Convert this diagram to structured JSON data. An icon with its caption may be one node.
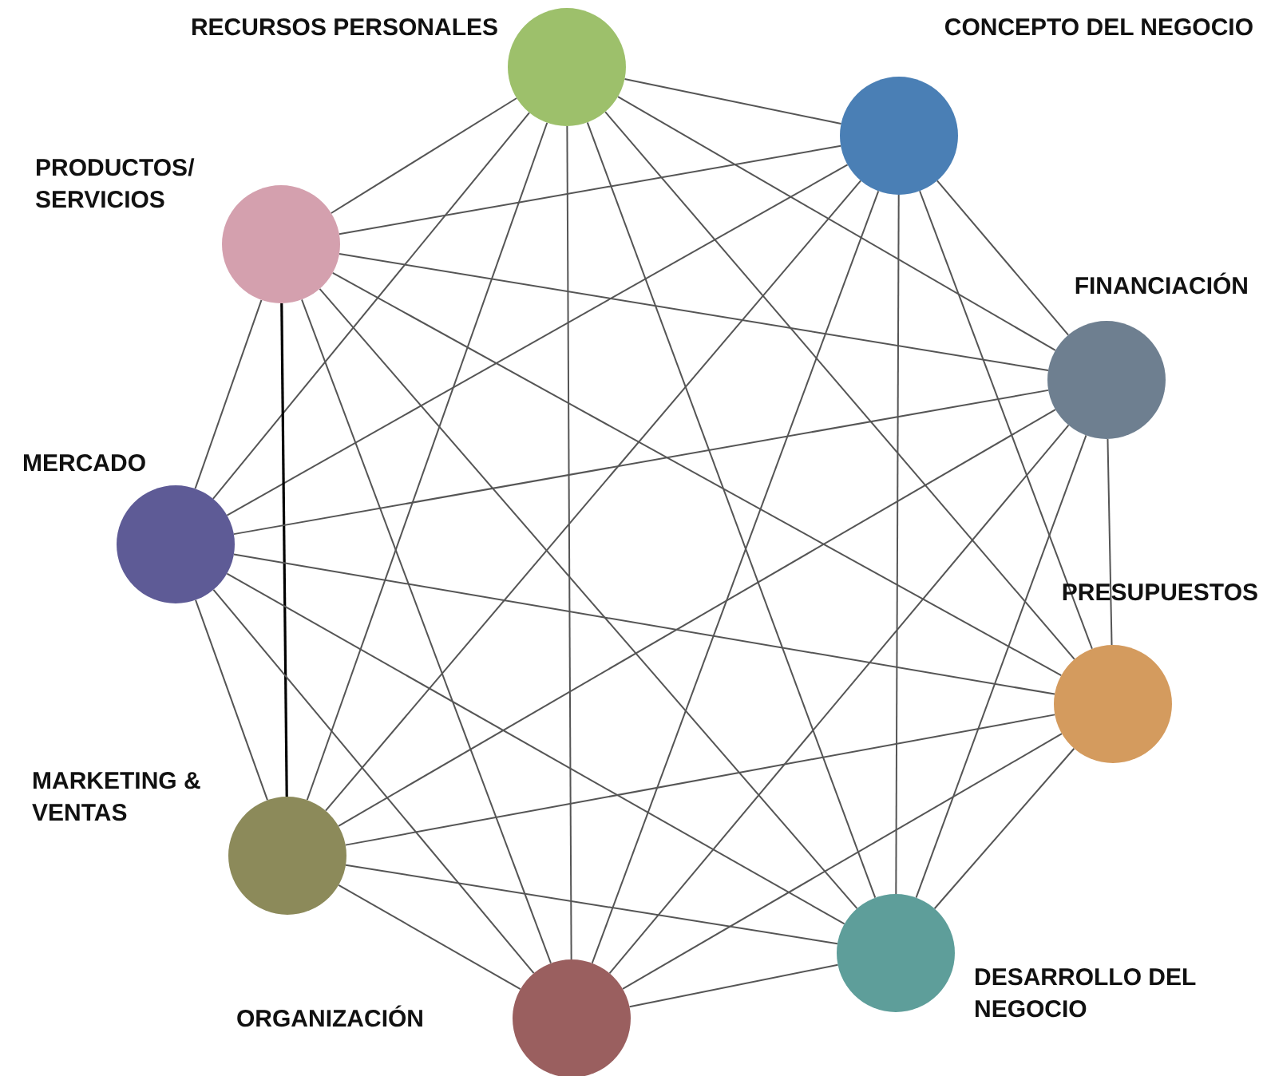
{
  "diagram": {
    "nodes": [
      {
        "text": [],
        "shape": "circle",
        "beside": [
          "RECURSOS PERSONALES"
        ]
      },
      {
        "text": [],
        "shape": "circle",
        "beside": [
          "CONCEPTO DEL NEGOCIO"
        ]
      },
      {
        "text": [],
        "shape": "circle",
        "beside": [
          "PRODUCTOS/ SERVICIOS"
        ]
      },
      {
        "text": [],
        "shape": "circle",
        "beside": [
          "FINANCIACIÓN"
        ]
      },
      {
        "text": [],
        "shape": "circle",
        "beside": [
          "MERCADO"
        ]
      },
      {
        "text": [],
        "shape": "circle",
        "beside": [
          "PRESUPUESTOS"
        ]
      },
      {
        "text": [],
        "shape": "circle",
        "beside": [
          "MARKETING & VENTAS"
        ]
      },
      {
        "text": [],
        "shape": "circle",
        "beside": [
          "DESARROLLO DEL NEGOCIO"
        ]
      },
      {
        "text": [],
        "shape": "circle",
        "beside": [
          "ORGANIZACIÓN"
        ]
      }
    ],
    "edges": [
      {
        "from": 0,
        "to": 1,
        "arrow": "none"
      },
      {
        "from": 0,
        "to": 2,
        "arrow": "none"
      },
      {
        "from": 0,
        "to": 3,
        "arrow": "none"
      },
      {
        "from": 0,
        "to": 4,
        "arrow": "none"
      },
      {
        "from": 0,
        "to": 5,
        "arrow": "none"
      },
      {
        "from": 0,
        "to": 6,
        "arrow": "none"
      },
      {
        "from": 0,
        "to": 7,
        "arrow": "none"
      },
      {
        "from": 0,
        "to": 8,
        "arrow": "none"
      },
      {
        "from": 1,
        "to": 2,
        "arrow": "none"
      },
      {
        "from": 1,
        "to": 3,
        "arrow": "none"
      },
      {
        "from": 1,
        "to": 4,
        "arrow": "none"
      },
      {
        "from": 1,
        "to": 5,
        "arrow": "none"
      },
      {
        "from": 1,
        "to": 6,
        "arrow": "none"
      },
      {
        "from": 1,
        "to": 7,
        "arrow": "none"
      },
      {
        "from": 1,
        "to": 8,
        "arrow": "none"
      },
      {
        "from": 2,
        "to": 3,
        "arrow": "none"
      },
      {
        "from": 2,
        "to": 4,
        "arrow": "none"
      },
      {
        "from": 2,
        "to": 5,
        "arrow": "none"
      },
      {
        "from": 2,
        "to": 6,
        "arrow": "none",
        "color": "#000000"
      },
      {
        "from": 2,
        "to": 7,
        "arrow": "none"
      },
      {
        "from": 2,
        "to": 8,
        "arrow": "none"
      },
      {
        "from": 3,
        "to": 4,
        "arrow": "none"
      },
      {
        "from": 3,
        "to": 5,
        "arrow": "none"
      },
      {
        "from": 3,
        "to": 6,
        "arrow": "none"
      },
      {
        "from": 3,
        "to": 7,
        "arrow": "none"
      },
      {
        "from": 3,
        "to": 8,
        "arrow": "none"
      },
      {
        "from": 4,
        "to": 5,
        "arrow": "none"
      },
      {
        "from": 4,
        "to": 6,
        "arrow": "none"
      },
      {
        "from": 4,
        "to": 7,
        "arrow": "none"
      },
      {
        "from": 4,
        "to": 8,
        "arrow": "none"
      },
      {
        "from": 5,
        "to": 6,
        "arrow": "none"
      },
      {
        "from": 5,
        "to": 7,
        "arrow": "none"
      },
      {
        "from": 5,
        "to": 8,
        "arrow": "none"
      },
      {
        "from": 6,
        "to": 7,
        "arrow": "none"
      },
      {
        "from": 6,
        "to": 8,
        "arrow": "none"
      },
      {
        "from": 7,
        "to": 8,
        "arrow": "none"
      }
    ]
  }
}
